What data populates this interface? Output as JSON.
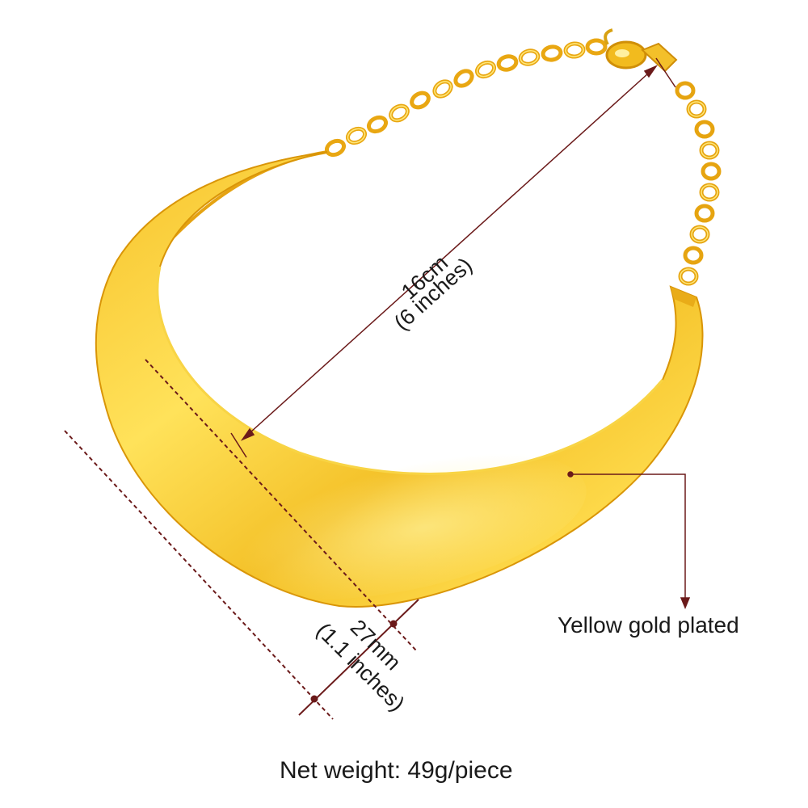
{
  "product": {
    "length_label": "16cm",
    "length_label_alt": "(6 inches)",
    "width_label": "27mm",
    "width_label_alt": "(1.1 inches)",
    "finish_label": "Yellow gold plated",
    "weight_label": "Net weight: 49g/piece"
  },
  "colors": {
    "gold_light": "#ffe45a",
    "gold_mid": "#f7c726",
    "gold_dark": "#e29a06",
    "annotation": "#6b1a1a",
    "background": "#ffffff"
  }
}
